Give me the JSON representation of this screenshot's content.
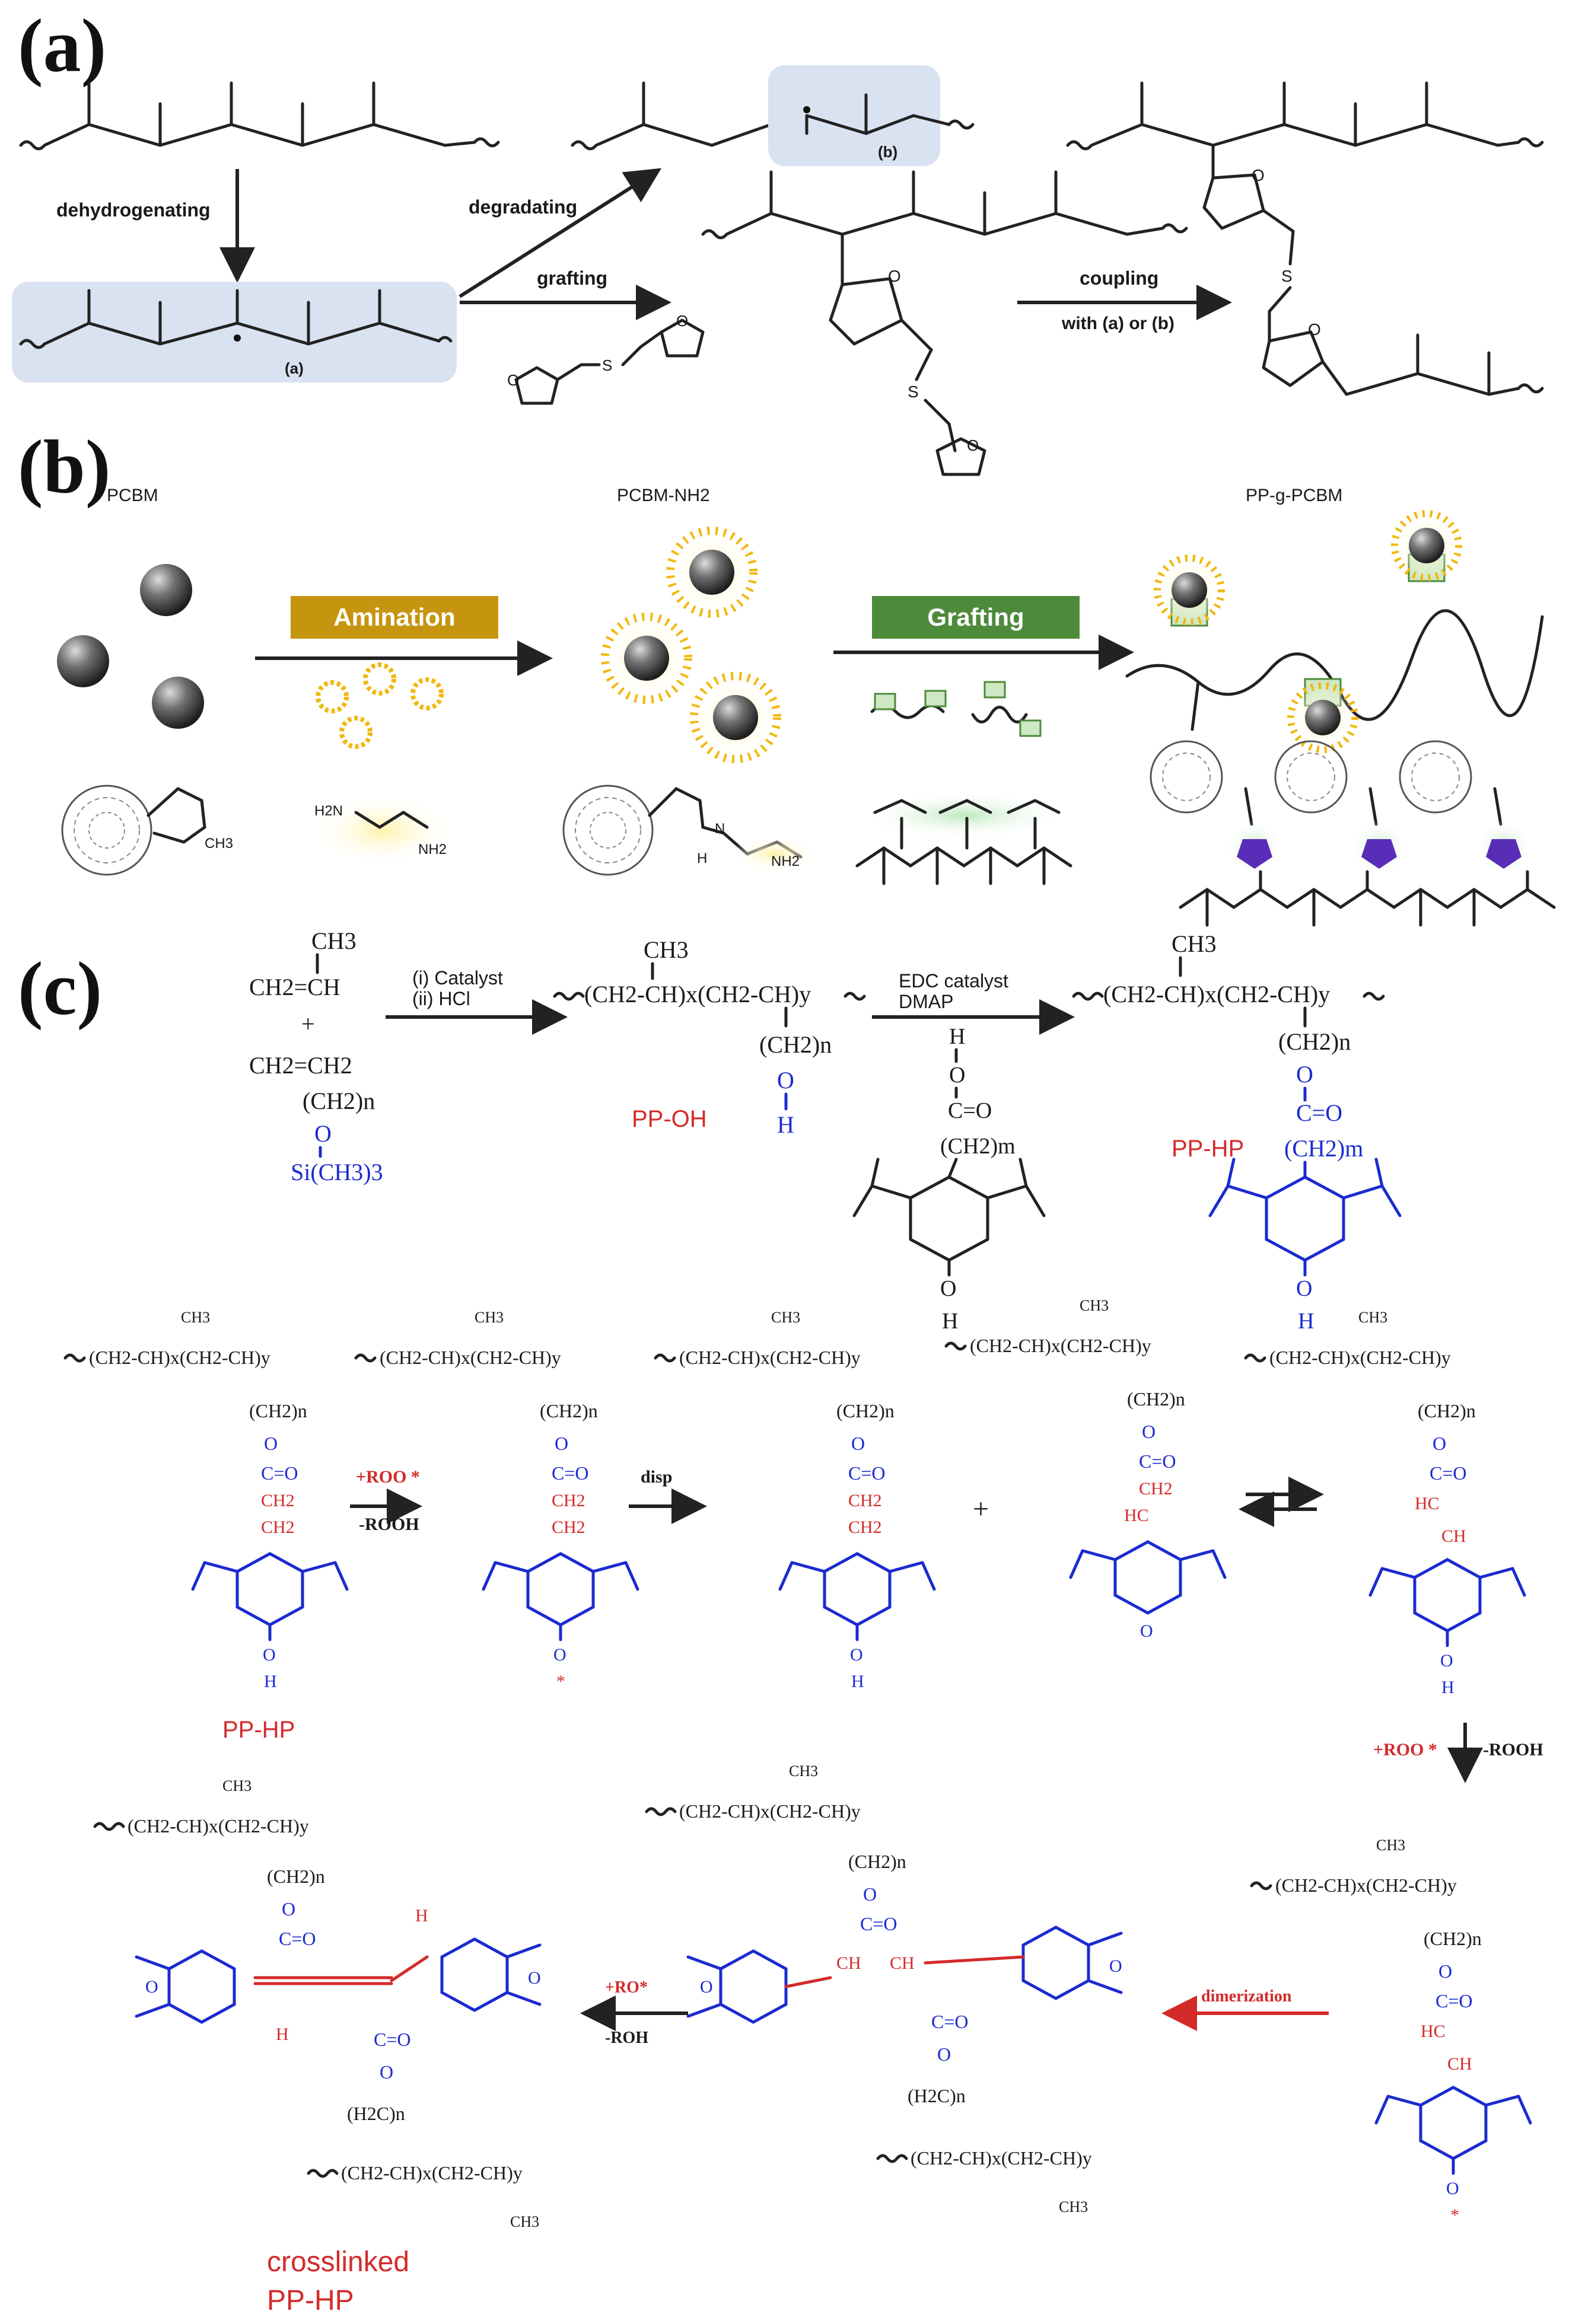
{
  "panel_a": {
    "label": "(a)",
    "step_dehydrogenating": "dehydrogenating",
    "step_degradating": "degradating",
    "step_grafting": "grafting",
    "step_coupling": "coupling",
    "step_coupling_detail": "with (a) or (b)",
    "radical_a": "(a)",
    "radical_b": "(b)",
    "atom_O": "O",
    "atom_S": "S"
  },
  "panel_b": {
    "label": "(b)",
    "title_pcbm": "PCBM",
    "title_pcbm_nh2": "PCBM-NH2",
    "title_pp_g_pcbm": "PP-g-PCBM",
    "step_amination": "Amination",
    "step_grafting": "Grafting",
    "amine_left": "H2N",
    "amine_right": "NH2",
    "ch3": "CH3",
    "nh": "N",
    "h": "H",
    "nh2": "NH2",
    "amination_color": "#c6950f",
    "grafting_color": "#4d8a3a"
  },
  "panel_c": {
    "label": "(c)",
    "monomer_propylene": "CH2=CH",
    "monomer_ch3": "CH3",
    "plus": "+",
    "monomer_2": "CH2=CH2",
    "ch2n": "(CH2)n",
    "o": "O",
    "sime3": "Si(CH3)3",
    "cond1_a": "(i) Catalyst",
    "cond1_b": "(ii) HCl",
    "pp_oh_label": "PP-OH",
    "pp_oh_chain": "(CH2-CH)x(CH2-CH)y",
    "h": "H",
    "cond2_a": "EDC catalyst",
    "cond2_b": "DMAP",
    "reagent_ch2m": "(CH2)m",
    "reagent_c": "C=O",
    "pp_hp_label": "PP-HP",
    "mech_roo_plus": "+ROO *",
    "mech_rooh_minus": "-ROOH",
    "mech_disp": "disp",
    "mech_plus": "+",
    "mech_dimerization": "dimerization",
    "mech_ro_plus": "+RO*",
    "mech_roh_minus": "-ROH",
    "crosslinked_line1": "crosslinked",
    "crosslinked_line2": "PP-HP",
    "ch3": "CH3",
    "c_eq_o": "C=O",
    "o_radical": "O",
    "star": "*",
    "hc": "HC",
    "ch": "CH",
    "ch2": "CH2",
    "h2c": "(H2C)n"
  }
}
